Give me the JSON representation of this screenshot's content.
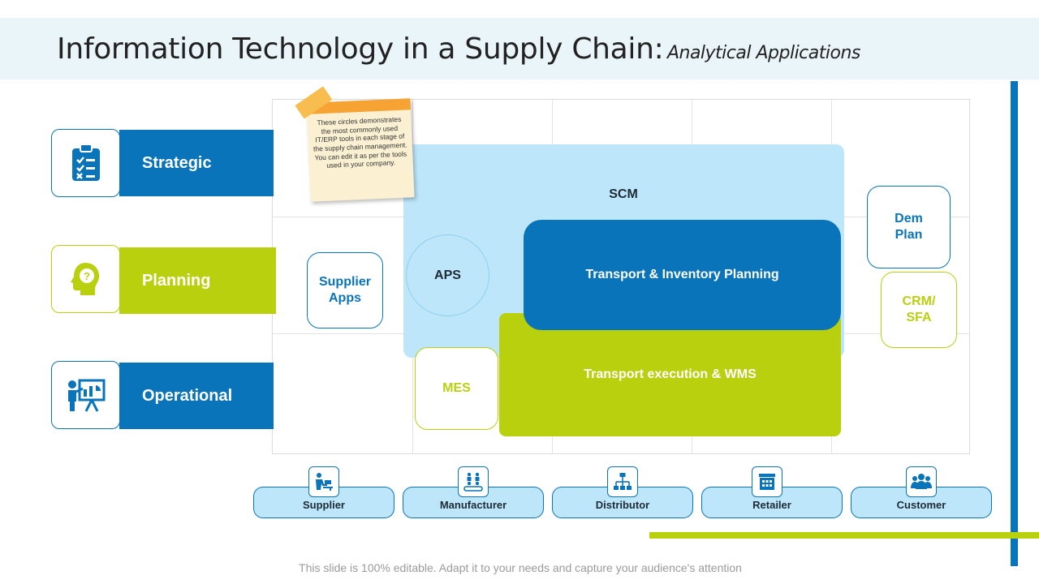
{
  "title": {
    "main": "Information Technology in a Supply Chain",
    "colon": ":",
    "sub": "Analytical Applications"
  },
  "stages": [
    {
      "label": "Strategic",
      "icon": "clipboard-checklist-icon",
      "color": "#0a74ba"
    },
    {
      "label": "Planning",
      "icon": "head-question-icon",
      "color": "#b9d00f"
    },
    {
      "label": "Operational",
      "icon": "presentation-board-icon",
      "color": "#0a74ba"
    }
  ],
  "note": {
    "text": "These circles demonstrates the most commonly used IT/ERP tools in each stage of the supply chain management. You can edit it as per the tools used in your company."
  },
  "tools": {
    "scm": "SCM",
    "aps": "APS",
    "transport_inventory": "Transport & Inventory Planning",
    "transport_execution": "Transport execution & WMS",
    "supplier_apps": "Supplier Apps",
    "mes": "MES",
    "dem_plan": "Dem Plan",
    "crm_sfa": "CRM/ SFA"
  },
  "actors": [
    {
      "label": "Supplier",
      "icon": "worker-desk-icon"
    },
    {
      "label": "Manufacturer",
      "icon": "factory-line-icon"
    },
    {
      "label": "Distributor",
      "icon": "network-hierarchy-icon"
    },
    {
      "label": "Retailer",
      "icon": "storefront-icon"
    },
    {
      "label": "Customer",
      "icon": "people-group-icon"
    }
  ],
  "footer": "This slide is 100% editable. Adapt it to your needs and capture your audience's attention",
  "colors": {
    "blue": "#0a74ba",
    "green": "#b9d00f",
    "light_blue": "#bde6fa",
    "header_band": "#eaf5f9"
  }
}
